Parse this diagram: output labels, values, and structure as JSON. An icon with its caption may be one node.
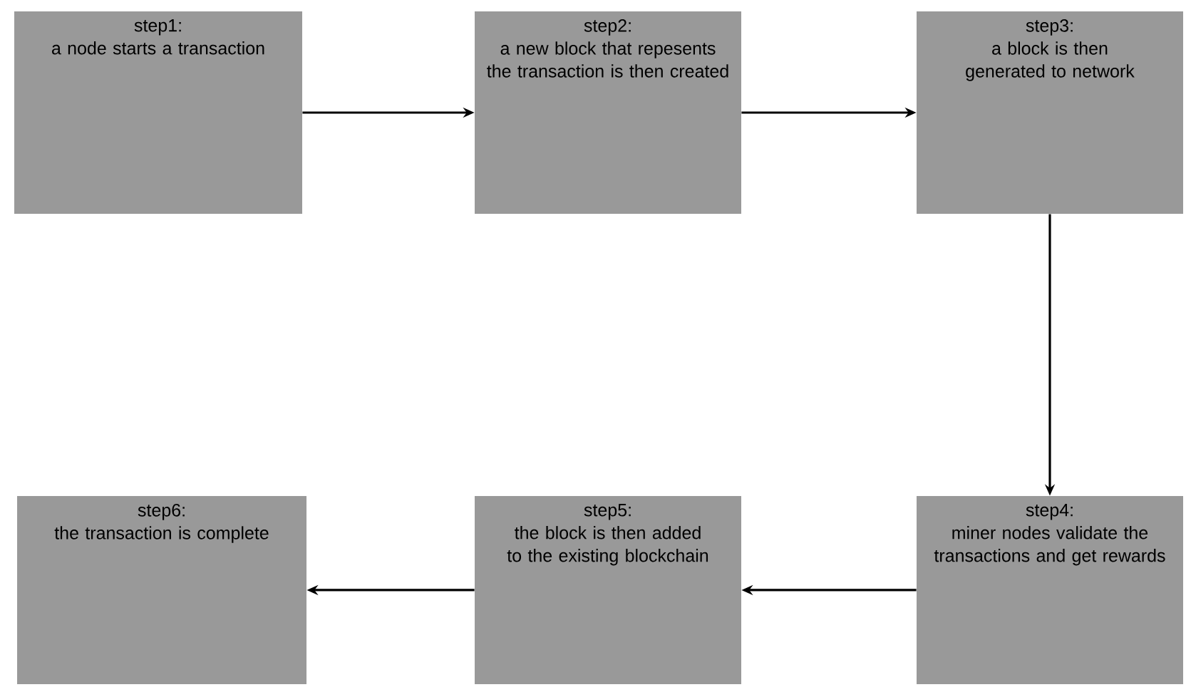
{
  "diagram": {
    "nodes": [
      {
        "text": [
          "step1:",
          "a node starts a transaction"
        ]
      },
      {
        "text": [
          "step2:",
          "a new block that repesents  the transaction is then created"
        ]
      },
      {
        "text": [
          "step3:",
          "a block is then generated to network"
        ]
      },
      {
        "text": [
          "step4:",
          "miner nodes validate the transactions and get rewards"
        ]
      },
      {
        "text": [
          "step5:",
          "the block is then added to the existing blockchain"
        ]
      },
      {
        "text": [
          "step6:",
          "the transaction is complete"
        ]
      }
    ],
    "edges": [
      {
        "from": 0,
        "to": 1,
        "arrow": "to"
      },
      {
        "from": 1,
        "to": 2,
        "arrow": "to"
      },
      {
        "from": 2,
        "to": 3,
        "arrow": "to"
      },
      {
        "from": 3,
        "to": 4,
        "arrow": "to"
      },
      {
        "from": 4,
        "to": 5,
        "arrow": "to"
      }
    ]
  }
}
